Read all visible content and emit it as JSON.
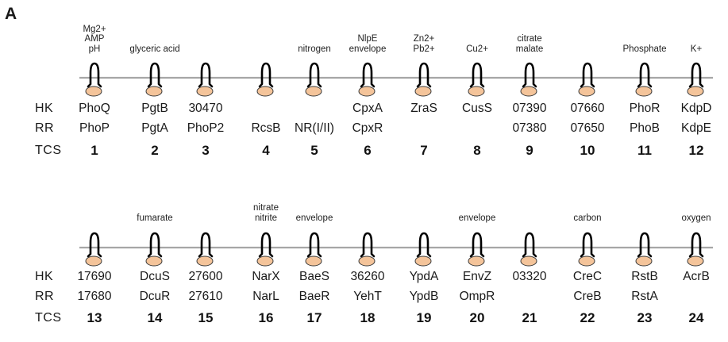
{
  "panel_label": "A",
  "row_labels": {
    "hk": "HK",
    "rr": "RR",
    "tcs": "TCS"
  },
  "colors": {
    "membrane": "#a6a6a6",
    "receptor_stroke": "#000000",
    "domain_fill": "#f4c49a",
    "domain_stroke": "#3a3a3a"
  },
  "rows": [
    {
      "systems": [
        {
          "signal": [
            "Mg2+",
            "AMP",
            "pH"
          ],
          "hk": "PhoQ",
          "rr": "PhoP",
          "tcs": "1"
        },
        {
          "signal": [
            "glyceric acid"
          ],
          "hk": "PgtB",
          "rr": "PgtA",
          "tcs": "2"
        },
        {
          "signal": [],
          "hk": "30470",
          "rr": "PhoP2",
          "tcs": "3"
        },
        {
          "signal": [],
          "hk": "",
          "rr": "RcsB",
          "tcs": "4"
        },
        {
          "signal": [
            "nitrogen"
          ],
          "hk": "",
          "rr": "NR(I/II)",
          "tcs": "5"
        },
        {
          "signal": [
            "NlpE",
            "envelope"
          ],
          "hk": "CpxA",
          "rr": "CpxR",
          "tcs": "6"
        },
        {
          "signal": [
            "Zn2+",
            "Pb2+"
          ],
          "hk": "ZraS",
          "rr": "",
          "tcs": "7"
        },
        {
          "signal": [
            "Cu2+"
          ],
          "hk": "CusS",
          "rr": "",
          "tcs": "8"
        },
        {
          "signal": [
            "citrate",
            "malate"
          ],
          "hk": "07390",
          "rr": "07380",
          "tcs": "9"
        },
        {
          "signal": [],
          "hk": "07660",
          "rr": "07650",
          "tcs": "10"
        },
        {
          "signal": [
            "Phosphate"
          ],
          "hk": "PhoR",
          "rr": "PhoB",
          "tcs": "11"
        },
        {
          "signal": [
            "K+"
          ],
          "hk": "KdpD",
          "rr": "KdpE",
          "tcs": "12"
        }
      ]
    },
    {
      "systems": [
        {
          "signal": [],
          "hk": "17690",
          "rr": "17680",
          "tcs": "13"
        },
        {
          "signal": [
            "fumarate"
          ],
          "hk": "DcuS",
          "rr": "DcuR",
          "tcs": "14"
        },
        {
          "signal": [],
          "hk": "27600",
          "rr": "27610",
          "tcs": "15"
        },
        {
          "signal": [
            "nitrate",
            "nitrite"
          ],
          "hk": "NarX",
          "rr": "NarL",
          "tcs": "16"
        },
        {
          "signal": [
            "envelope"
          ],
          "hk": "BaeS",
          "rr": "BaeR",
          "tcs": "17"
        },
        {
          "signal": [],
          "hk": "36260",
          "rr": "YehT",
          "tcs": "18"
        },
        {
          "signal": [],
          "hk": "YpdA",
          "rr": "YpdB",
          "tcs": "19"
        },
        {
          "signal": [
            "envelope"
          ],
          "hk": "EnvZ",
          "rr": "OmpR",
          "tcs": "20"
        },
        {
          "signal": [],
          "hk": "03320",
          "rr": "",
          "tcs": "21"
        },
        {
          "signal": [
            "carbon"
          ],
          "hk": "CreC",
          "rr": "CreB",
          "tcs": "22"
        },
        {
          "signal": [],
          "hk": "RstB",
          "rr": "RstA",
          "tcs": "23"
        },
        {
          "signal": [
            "oxygen"
          ],
          "hk": "AcrB",
          "rr": "",
          "tcs": "24"
        }
      ]
    }
  ]
}
